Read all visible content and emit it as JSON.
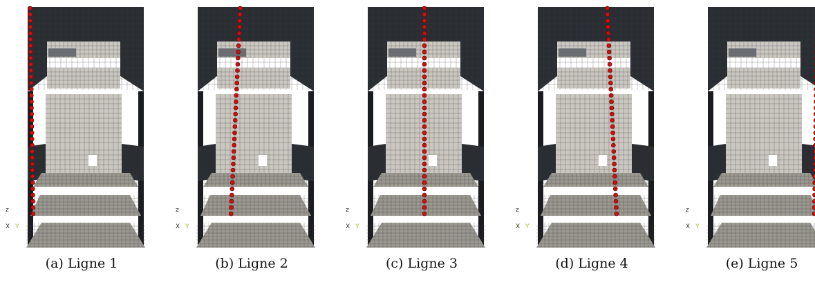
{
  "figure": {
    "panels": [
      {
        "caption": "(a) Ligne 1",
        "line": 1
      },
      {
        "caption": "(b) Ligne 2",
        "line": 2
      },
      {
        "caption": "(c) Ligne 3",
        "line": 3
      },
      {
        "caption": "(d) Ligne 4",
        "line": 4
      },
      {
        "caption": "(e) Ligne 5",
        "line": 5
      }
    ],
    "axes_triad": {
      "z": "z",
      "x": "X",
      "y": "Y"
    },
    "colors": {
      "wall_dark": "#2a2e33",
      "slab_gray": "#9a9890",
      "facade_light": "#c9c7c0",
      "mesh_line": "#3a3a3a",
      "sensor_red": "#cc1010",
      "triad_green": "#a0c020"
    }
  }
}
